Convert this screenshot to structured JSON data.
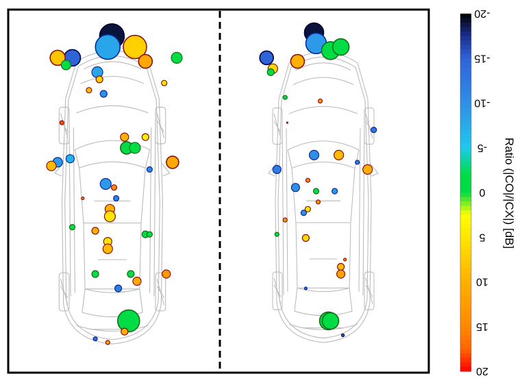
{
  "colorbar": {
    "label": "Ratio (|CO|/|CX|) [dB]",
    "min": -20,
    "max": 20,
    "ticks": [
      "-20",
      "-15",
      "-10",
      "-5",
      "0",
      "5",
      "10",
      "15",
      "20"
    ],
    "stops": [
      {
        "value": -20,
        "color": "#000000"
      },
      {
        "value": -17.5,
        "color": "#1a2f8f"
      },
      {
        "value": -15,
        "color": "#2f63d8"
      },
      {
        "value": -10,
        "color": "#2f8fe6"
      },
      {
        "value": -5,
        "color": "#20c8ee"
      },
      {
        "value": -2,
        "color": "#00dd44"
      },
      {
        "value": 0,
        "color": "#00dd44"
      },
      {
        "value": 2.5,
        "color": "#ffff00"
      },
      {
        "value": 10,
        "color": "#ffb000"
      },
      {
        "value": 15,
        "color": "#ff8800"
      },
      {
        "value": 17.5,
        "color": "#ff6600"
      },
      {
        "value": 20,
        "color": "#ff0000"
      }
    ]
  },
  "chart_data": {
    "type": "scatter",
    "panels": [
      {
        "bubbles": [
          {
            "x": 0.49,
            "y": 0.07,
            "r": 18,
            "v": -19
          },
          {
            "x": 0.47,
            "y": 0.1,
            "r": 18,
            "v": -8
          },
          {
            "x": 0.6,
            "y": 0.1,
            "r": 17,
            "v": 7
          },
          {
            "x": 0.3,
            "y": 0.13,
            "r": 12,
            "v": -15
          },
          {
            "x": 0.23,
            "y": 0.13,
            "r": 11,
            "v": 8
          },
          {
            "x": 0.65,
            "y": 0.14,
            "r": 10,
            "v": 11
          },
          {
            "x": 0.8,
            "y": 0.13,
            "r": 8,
            "v": -1
          },
          {
            "x": 0.27,
            "y": 0.15,
            "r": 7,
            "v": -1
          },
          {
            "x": 0.42,
            "y": 0.17,
            "r": 8,
            "v": -8
          },
          {
            "x": 0.43,
            "y": 0.19,
            "r": 5,
            "v": 7
          },
          {
            "x": 0.74,
            "y": 0.2,
            "r": 4,
            "v": 5
          },
          {
            "x": 0.38,
            "y": 0.22,
            "r": 4,
            "v": 9
          },
          {
            "x": 0.45,
            "y": 0.23,
            "r": 5,
            "v": -10
          },
          {
            "x": 0.25,
            "y": 0.31,
            "r": 3,
            "v": 18
          },
          {
            "x": 0.55,
            "y": 0.35,
            "r": 6,
            "v": 10
          },
          {
            "x": 0.65,
            "y": 0.35,
            "r": 5,
            "v": 4
          },
          {
            "x": 0.56,
            "y": 0.38,
            "r": 9,
            "v": -1
          },
          {
            "x": 0.6,
            "y": 0.38,
            "r": 8,
            "v": -1
          },
          {
            "x": 0.23,
            "y": 0.42,
            "r": 7,
            "v": -9
          },
          {
            "x": 0.29,
            "y": 0.41,
            "r": 6,
            "v": -7
          },
          {
            "x": 0.2,
            "y": 0.43,
            "r": 7,
            "v": 9
          },
          {
            "x": 0.78,
            "y": 0.42,
            "r": 9,
            "v": 11
          },
          {
            "x": 0.67,
            "y": 0.44,
            "r": 4,
            "v": -11
          },
          {
            "x": 0.46,
            "y": 0.48,
            "r": 8,
            "v": -9
          },
          {
            "x": 0.5,
            "y": 0.49,
            "r": 4,
            "v": 15
          },
          {
            "x": 0.35,
            "y": 0.52,
            "r": 2,
            "v": 14
          },
          {
            "x": 0.51,
            "y": 0.52,
            "r": 4,
            "v": -12
          },
          {
            "x": 0.48,
            "y": 0.55,
            "r": 7,
            "v": 10
          },
          {
            "x": 0.48,
            "y": 0.57,
            "r": 8,
            "v": 5
          },
          {
            "x": 0.3,
            "y": 0.6,
            "r": 4,
            "v": -1
          },
          {
            "x": 0.41,
            "y": 0.61,
            "r": 5,
            "v": 10
          },
          {
            "x": 0.65,
            "y": 0.62,
            "r": 5,
            "v": -1
          },
          {
            "x": 0.67,
            "y": 0.62,
            "r": 4,
            "v": -1
          },
          {
            "x": 0.47,
            "y": 0.64,
            "r": 6,
            "v": 5
          },
          {
            "x": 0.47,
            "y": 0.66,
            "r": 7,
            "v": 9
          },
          {
            "x": 0.41,
            "y": 0.73,
            "r": 5,
            "v": -1
          },
          {
            "x": 0.58,
            "y": 0.73,
            "r": 5,
            "v": -1
          },
          {
            "x": 0.61,
            "y": 0.75,
            "r": 6,
            "v": 11
          },
          {
            "x": 0.75,
            "y": 0.73,
            "r": 6,
            "v": 13
          },
          {
            "x": 0.52,
            "y": 0.77,
            "r": 5,
            "v": -12
          },
          {
            "x": 0.57,
            "y": 0.86,
            "r": 16,
            "v": -1
          },
          {
            "x": 0.55,
            "y": 0.89,
            "r": 5,
            "v": 10
          },
          {
            "x": 0.41,
            "y": 0.91,
            "r": 3,
            "v": -14
          },
          {
            "x": 0.47,
            "y": 0.92,
            "r": 3,
            "v": 12
          }
        ]
      },
      {
        "bubbles": [
          {
            "x": 0.45,
            "y": 0.06,
            "r": 14,
            "v": -19
          },
          {
            "x": 0.46,
            "y": 0.09,
            "r": 15,
            "v": -9
          },
          {
            "x": 0.53,
            "y": 0.11,
            "r": 13,
            "v": -1
          },
          {
            "x": 0.58,
            "y": 0.1,
            "r": 12,
            "v": -1
          },
          {
            "x": 0.22,
            "y": 0.13,
            "r": 10,
            "v": -15
          },
          {
            "x": 0.25,
            "y": 0.16,
            "r": 7,
            "v": 6
          },
          {
            "x": 0.24,
            "y": 0.17,
            "r": 5,
            "v": -1
          },
          {
            "x": 0.37,
            "y": 0.14,
            "r": 10,
            "v": 10
          },
          {
            "x": 0.31,
            "y": 0.24,
            "r": 3,
            "v": -1
          },
          {
            "x": 0.48,
            "y": 0.25,
            "r": 3,
            "v": 13
          },
          {
            "x": 0.32,
            "y": 0.31,
            "r": 1,
            "v": 19
          },
          {
            "x": 0.74,
            "y": 0.33,
            "r": 4,
            "v": -13
          },
          {
            "x": 0.45,
            "y": 0.4,
            "r": 7,
            "v": -10
          },
          {
            "x": 0.57,
            "y": 0.4,
            "r": 7,
            "v": 9
          },
          {
            "x": 0.66,
            "y": 0.42,
            "r": 3,
            "v": -12
          },
          {
            "x": 0.27,
            "y": 0.44,
            "r": 6,
            "v": -12
          },
          {
            "x": 0.71,
            "y": 0.44,
            "r": 7,
            "v": 10
          },
          {
            "x": 0.42,
            "y": 0.47,
            "r": 3,
            "v": 14
          },
          {
            "x": 0.36,
            "y": 0.49,
            "r": 6,
            "v": -10
          },
          {
            "x": 0.46,
            "y": 0.5,
            "r": 4,
            "v": -1
          },
          {
            "x": 0.55,
            "y": 0.5,
            "r": 4,
            "v": -9
          },
          {
            "x": 0.47,
            "y": 0.53,
            "r": 3,
            "v": 13
          },
          {
            "x": 0.4,
            "y": 0.56,
            "r": 4,
            "v": -10
          },
          {
            "x": 0.42,
            "y": 0.55,
            "r": 4,
            "v": 5
          },
          {
            "x": 0.31,
            "y": 0.58,
            "r": 3,
            "v": 12
          },
          {
            "x": 0.27,
            "y": 0.62,
            "r": 3,
            "v": -1
          },
          {
            "x": 0.41,
            "y": 0.63,
            "r": 5,
            "v": 6
          },
          {
            "x": 0.6,
            "y": 0.69,
            "r": 2,
            "v": 15
          },
          {
            "x": 0.58,
            "y": 0.71,
            "r": 5,
            "v": 9
          },
          {
            "x": 0.58,
            "y": 0.73,
            "r": 6,
            "v": 12
          },
          {
            "x": 0.41,
            "y": 0.77,
            "r": 2,
            "v": -14
          },
          {
            "x": 0.52,
            "y": 0.86,
            "r": 13,
            "v": -1
          },
          {
            "x": 0.53,
            "y": 0.86,
            "r": 12,
            "v": -1
          },
          {
            "x": 0.59,
            "y": 0.9,
            "r": 2,
            "v": -15
          }
        ]
      }
    ]
  }
}
